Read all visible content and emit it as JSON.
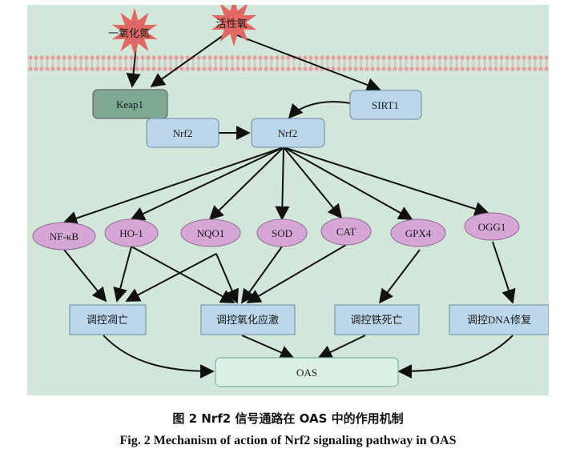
{
  "stimuli": {
    "no": "一氧化氮",
    "ros": "活性氧"
  },
  "nodes": {
    "keap1": "Keap1",
    "sirt1": "SIRT1",
    "nrf2_left": "Nrf2",
    "nrf2_center": "Nrf2",
    "nfkb": "NF-κB",
    "ho1": "HO-1",
    "nqo1": "NQO1",
    "sod": "SOD",
    "cat": "CAT",
    "gpx4": "GPX4",
    "ogg1": "OGG1"
  },
  "processes": {
    "apoptosis": "调控凋亡",
    "oxidative": "调控氧化应激",
    "ferroptosis": "调控铁死亡",
    "dna_repair": "调控DNA修复"
  },
  "outcome": "OAS",
  "caption": {
    "zh": "图 2    Nrf2 信号通路在 OAS 中的作用机制",
    "en": "Fig. 2    Mechanism of action of Nrf2 signaling pathway in OAS"
  },
  "colors": {
    "background": "#d3e6da",
    "star": "#e06763",
    "keap1": "#7ea892",
    "blue_box": "#bcd7ea",
    "ellipse": "#d5a6d6",
    "oas_box": "#dbefe4",
    "membrane": "#e59d9d"
  }
}
